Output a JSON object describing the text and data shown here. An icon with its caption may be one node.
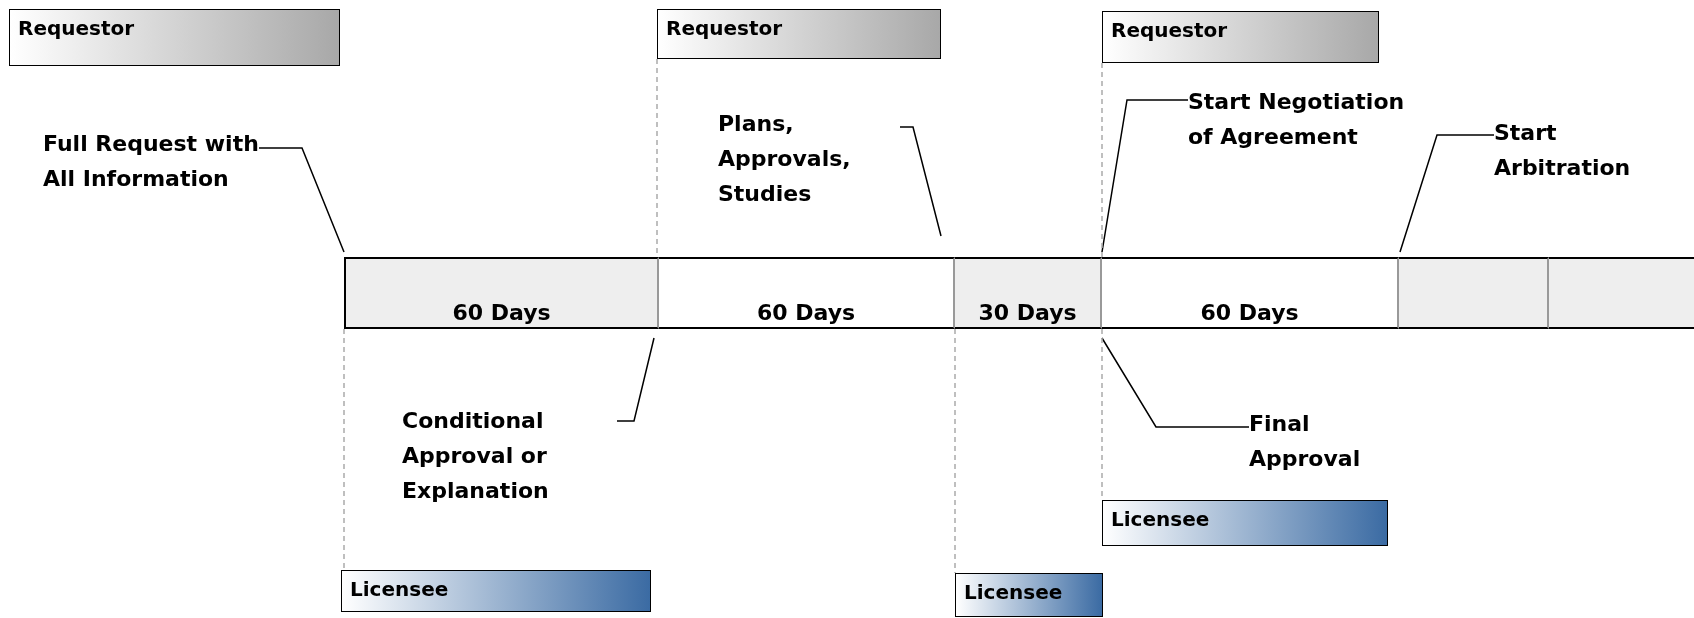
{
  "diagram": {
    "nodes": [
      {
        "text": [
          "Requestor"
        ]
      },
      {
        "text": [
          "Requestor"
        ]
      },
      {
        "text": [
          "Requestor"
        ]
      },
      {
        "text": [
          "Start Negotiation of Agreement"
        ]
      },
      {
        "text": [
          "Full Request with All Information"
        ]
      },
      {
        "text": [
          "Plans, Approvals, Studies"
        ]
      },
      {
        "text": [
          "Start Arbitration"
        ]
      },
      {
        "text": [
          "60 Days"
        ]
      },
      {
        "text": [
          "60 Days"
        ]
      },
      {
        "text": [
          "30 Days"
        ]
      },
      {
        "text": [
          "60 Days"
        ]
      },
      {
        "text": [],
        "shape": "box"
      },
      {
        "text": [],
        "shape": "box"
      },
      {
        "text": [
          "Conditional Approval or Explanation"
        ]
      },
      {
        "text": [
          "Final Approval"
        ]
      },
      {
        "text": [
          "Licensee"
        ]
      },
      {
        "text": [
          "Licensee"
        ]
      },
      {
        "text": [
          "Licensee"
        ]
      }
    ],
    "edges": [
      {
        "from": 4,
        "to": 7,
        "arrow": "none"
      },
      {
        "from": 5,
        "to": null,
        "arrow": "none"
      },
      {
        "from": 3,
        "to": 9,
        "arrow": "none"
      },
      {
        "from": 6,
        "to": 11,
        "arrow": "none"
      },
      {
        "from": 13,
        "to": 7,
        "arrow": "none"
      },
      {
        "from": 14,
        "to": 9,
        "arrow": "none"
      },
      {
        "from": 1,
        "to": 8,
        "arrow": "none",
        "style": "dashed",
        "color": "#aaaaaa"
      },
      {
        "from": 2,
        "to": 9,
        "arrow": "none",
        "style": "dashed",
        "color": "#aaaaaa"
      },
      {
        "from": 7,
        "to": 16,
        "arrow": "none",
        "style": "dashed",
        "color": "#aaaaaa"
      },
      {
        "from": 9,
        "to": 17,
        "arrow": "none",
        "style": "dashed",
        "color": "#aaaaaa"
      },
      {
        "from": 9,
        "to": 15,
        "arrow": "none",
        "style": "dashed",
        "color": "#aaaaaa"
      }
    ]
  }
}
